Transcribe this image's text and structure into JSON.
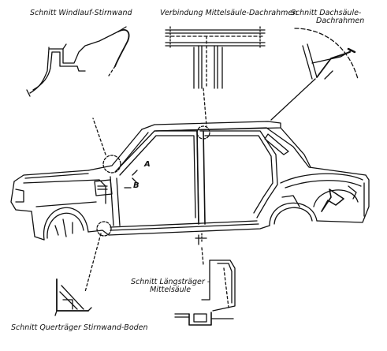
{
  "labels": {
    "windlauf": "Schnitt Windlauf-Stirnwand",
    "verbindung": "Verbindung Mittelsäule-Dachrahmen",
    "dachsaeule_line1": "Schnitt Dachsäule-",
    "dachsaeule_line2": "Dachrahmen",
    "laengstraeger_line1": "Schnitt Längsträger -",
    "laengstraeger_line2": "Mittelsäule",
    "quertraeger": "Schnitt Querträger Stirnwand-Boden"
  },
  "markers": {
    "a": "A",
    "b": "B"
  }
}
